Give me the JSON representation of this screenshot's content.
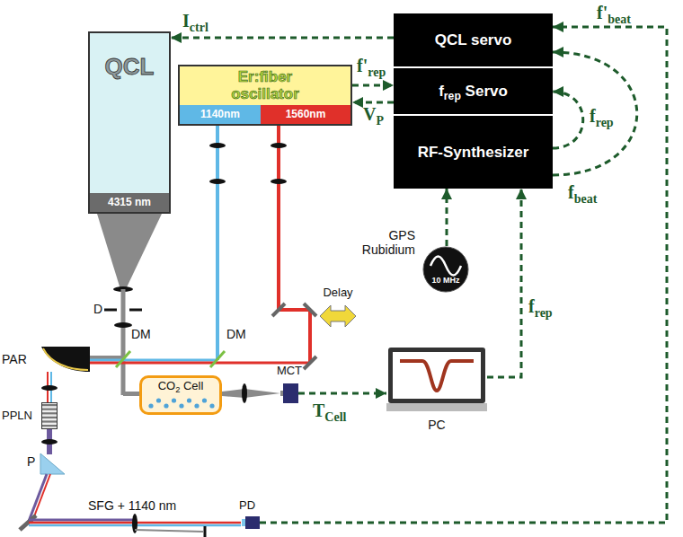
{
  "diagram": {
    "nodes": [
      {
        "text": [
          "QCL",
          "4315 nm"
        ]
      },
      {
        "text": [
          "Er:fiber oscillator",
          "1140nm",
          "1560nm"
        ]
      },
      {
        "text": [
          "QCL servo"
        ]
      },
      {
        "text": [
          "frep Servo"
        ]
      },
      {
        "text": [
          "RF-Synthesizer"
        ]
      },
      {
        "text": [
          "GPS Rubidium",
          "10 MHz"
        ]
      },
      {
        "text": [
          "PC"
        ]
      },
      {
        "text": [
          "MCT"
        ]
      },
      {
        "text": [
          "PD"
        ]
      },
      {
        "text": [
          "CO2 Cell"
        ]
      },
      {
        "text": [
          "PPLN"
        ]
      },
      {
        "text": [
          "PAR"
        ]
      },
      {
        "text": [
          "Delay"
        ]
      }
    ],
    "edges": [
      {
        "from": 2,
        "to": 0,
        "label": "Ictrl",
        "arrow": "to"
      },
      {
        "from": 1,
        "to": 3,
        "label": "f'rep",
        "arrow": "to"
      },
      {
        "from": 3,
        "to": 1,
        "label": "VP",
        "arrow": "to"
      },
      {
        "from": 4,
        "to": 3,
        "label": "frep",
        "arrow": "to"
      },
      {
        "from": 4,
        "to": 2,
        "label": "fbeat",
        "arrow": "to"
      },
      {
        "from": 8,
        "to": 2,
        "label": "f'beat",
        "arrow": "to"
      },
      {
        "from": 5,
        "to": 4,
        "arrow": "to"
      },
      {
        "from": 7,
        "to": 6,
        "label": "TCell",
        "arrow": "to"
      },
      {
        "from": 6,
        "to": 4,
        "label": "frep",
        "arrow": "to"
      }
    ],
    "labels": [
      "D",
      "DM",
      "DM",
      "P",
      "SFG + 1140 nm"
    ]
  }
}
